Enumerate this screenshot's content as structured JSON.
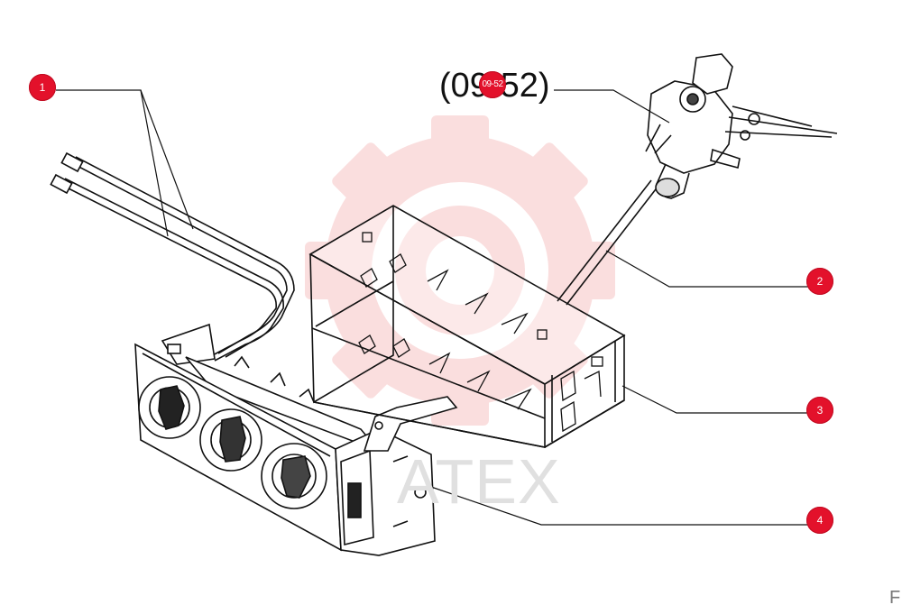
{
  "diagram": {
    "reference_label": "(09-52)",
    "watermark_text": "ATEX",
    "callouts": [
      {
        "id": "1",
        "text": "1"
      },
      {
        "id": "09-52",
        "text": "09-52"
      },
      {
        "id": "2",
        "text": "2"
      },
      {
        "id": "3",
        "text": "3"
      },
      {
        "id": "4",
        "text": "4"
      }
    ],
    "corner_glyph": "F",
    "colors": {
      "callout": "#e3112b",
      "watermark": "#f7c4c4",
      "line": "#111111"
    },
    "icons": [
      "watermark-gear-icon"
    ]
  }
}
